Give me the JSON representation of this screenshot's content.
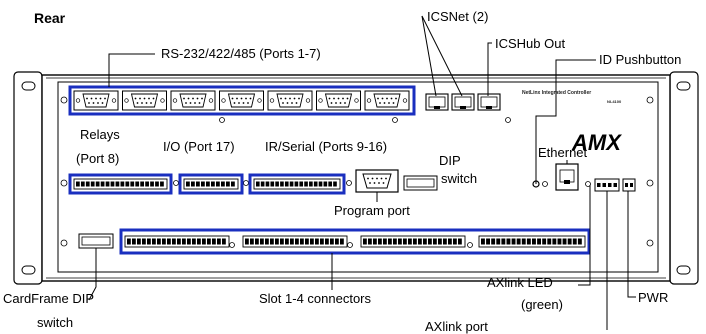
{
  "title": "Rear",
  "labels": {
    "icsnet": "ICSNet (2)",
    "icshub": "ICSHub Out",
    "rs232": "RS-232/422/485 (Ports 1-7)",
    "id_pushbutton": "ID Pushbutton",
    "relays": "Relays",
    "relays_port": "(Port 8)",
    "io": "I/O (Port 17)",
    "ir_serial": "IR/Serial (Ports 9-16)",
    "dip_switch_1": "DIP",
    "dip_switch_2": "switch",
    "ethernet": "Ethernet",
    "program_port": "Program port",
    "axlink_led_1": "AXlink LED",
    "axlink_led_2": "(green)",
    "pwr": "PWR",
    "cardframe_1": "CardFrame DIP",
    "cardframe_2": "switch",
    "slot_connectors": "Slot 1-4 connectors",
    "axlink_port": "AXlink port"
  },
  "panel": {
    "model_text": "NetLinx Integrated Controller",
    "model_number": "NI-4100",
    "brand": "AMX"
  },
  "colors": {
    "highlight": "#1a2fbf",
    "panel": "#ffffff",
    "outline": "#000000"
  }
}
